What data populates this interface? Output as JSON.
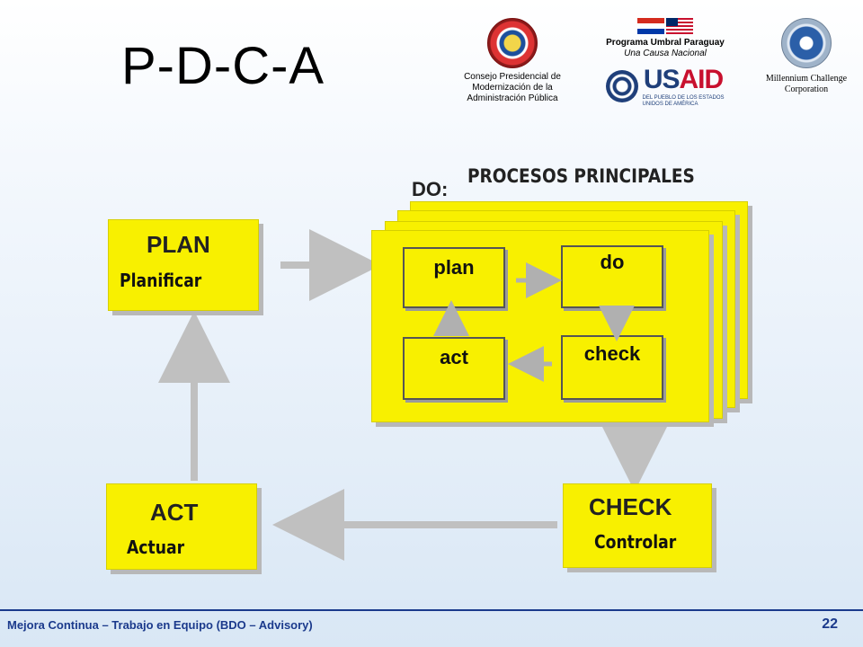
{
  "title": "P-D-C-A",
  "logos": {
    "consejo": {
      "seal_icon": "paraguay-seal-icon",
      "caption_line1": "Consejo Presidencial de",
      "caption_line2": "Modernización de la",
      "caption_line3": "Administración Pública"
    },
    "programa": {
      "flags_icon": "paraguay-us-flags-icon",
      "title": "Programa Umbral Paraguay",
      "subtitle": "Una Causa Nacional",
      "usaid_seal_icon": "usaid-seal-icon",
      "usaid_word": "USAID",
      "usaid_sub_line1": "DEL PUEBLO DE LOS ESTADOS",
      "usaid_sub_line2": "UNIDOS DE AMÉRICA"
    },
    "mcc": {
      "seal_icon": "mcc-seal-icon",
      "caption_line1": "Millennium Challenge",
      "caption_line2": "Corporation"
    }
  },
  "diagram": {
    "do_label": "DO:",
    "procesos_label": "PROCESOS PRINCIPALES",
    "plan": {
      "title": "PLAN",
      "subtitle": "Planificar"
    },
    "act": {
      "title": "ACT",
      "subtitle": "Actuar"
    },
    "check": {
      "title": "CHECK",
      "subtitle": "Controlar"
    },
    "inner": {
      "plan": "plan",
      "do": "do",
      "check": "check",
      "act": "act"
    },
    "arrow_color": "#c0c0c0",
    "box_color": "#f8f000"
  },
  "footer": {
    "text": "Mejora Continua – Trabajo en Equipo   (BDO – Advisory)",
    "page": "22"
  }
}
